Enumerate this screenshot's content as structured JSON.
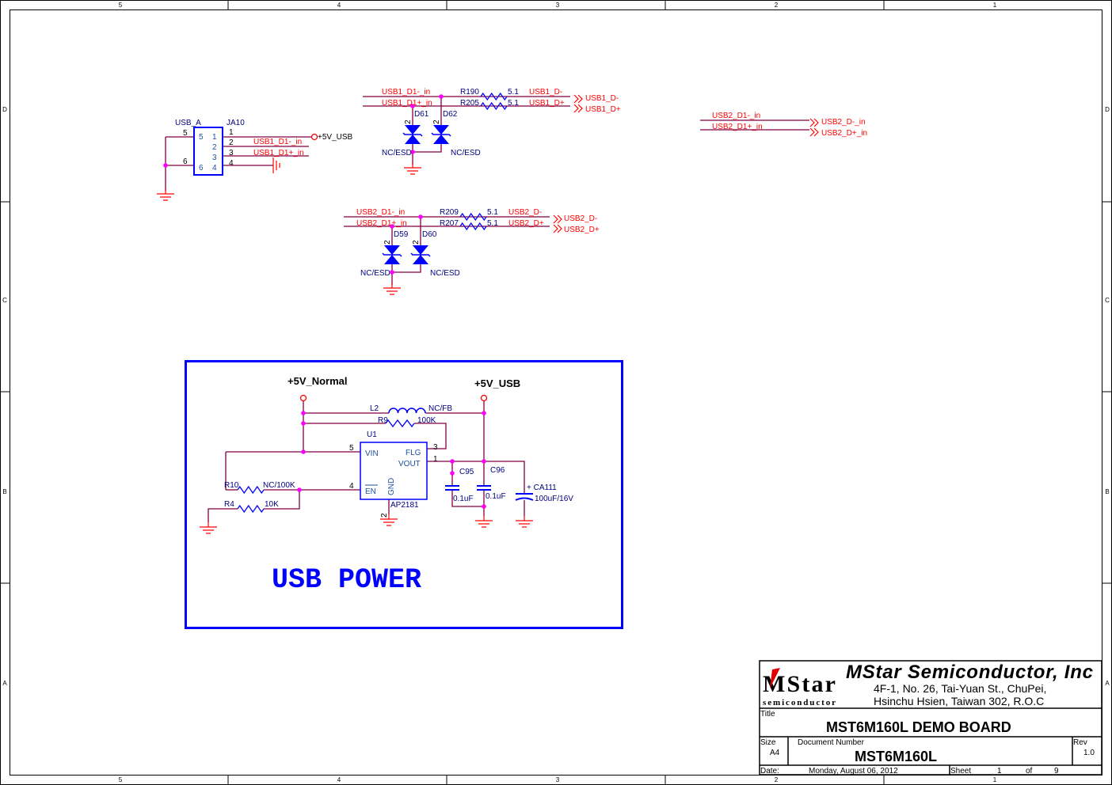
{
  "frame": {
    "columns": [
      "5",
      "4",
      "3",
      "2",
      "1"
    ],
    "rows": [
      "D",
      "C",
      "B",
      "A"
    ]
  },
  "connector": {
    "ref": "JA10",
    "value": "USB_A",
    "pins_left": [
      "5",
      "6"
    ],
    "pins_inner_left": [
      "5",
      "6"
    ],
    "pins_inner_right": [
      "1",
      "2",
      "3",
      "4"
    ],
    "pins_right": [
      "1",
      "2",
      "3",
      "4"
    ],
    "power_label": "+5V_USB",
    "net_dm": "USB1_D1-_in",
    "net_dp": "USB1_D1+_in"
  },
  "usb1": {
    "net_in_m": "USB1_D1-_in",
    "net_in_p": "USB1_D1+_in",
    "r_m": "R190",
    "r_p": "R205",
    "r_val_m": "5.1",
    "r_val_p": "5.1",
    "net_out_m": "USB1_D-",
    "net_out_p": "USB1_D+",
    "port_m": "USB1_D-",
    "port_p": "USB1_D+",
    "d_a": "D61",
    "d_b": "D62",
    "pin": "2",
    "d_val": "NC/ESD"
  },
  "usb2": {
    "net_in_m": "USB2_D1-_in",
    "net_in_p": "USB2_D1+_in",
    "r_m": "R209",
    "r_p": "R207",
    "r_val_m": "5.1",
    "r_val_p": "5.1",
    "net_out_m": "USB2_D-",
    "net_out_p": "USB2_D+",
    "port_m": "USB2_D-",
    "port_p": "USB2_D+",
    "d_a": "D59",
    "d_b": "D60",
    "pin": "2",
    "d_val": "NC/ESD"
  },
  "usb2_offpage": {
    "net_m": "USB2_D1-_in",
    "net_p": "USB2_D1+_in",
    "port_m": "USB2_D-_in",
    "port_p": "USB2_D+_in"
  },
  "power": {
    "title": "USB POWER",
    "rail_in": "+5V_Normal",
    "rail_out": "+5V_USB",
    "l2": "L2",
    "l2_val": "NC/FB",
    "r9": "R9",
    "r9_val": "100K",
    "u1": "U1",
    "u1_part": "AP2181",
    "u1_vin": "VIN",
    "u1_flg": "FLG",
    "u1_vout": "VOUT",
    "u1_en": "EN",
    "u1_gnd": "GND",
    "pin5": "5",
    "pin4": "4",
    "pin3": "3",
    "pin1": "1",
    "pin2": "2",
    "r10": "R10",
    "r10_val": "NC/100K",
    "r4": "R4",
    "r4_val": "10K",
    "c95": "C95",
    "c95_val": "0.1uF",
    "c96": "C96",
    "c96_val": "0.1uF",
    "ca111": "+ CA111",
    "ca111_val": "100uF/16V"
  },
  "title_block": {
    "logo_text": "MStar",
    "logo_sub": "semiconductor",
    "company": "MStar Semiconductor, Inc",
    "address1": "4F-1, No. 26, Tai-Yuan St., ChuPei,",
    "address2": "Hsinchu Hsien, Taiwan 302, R.O.C",
    "title_label": "Title",
    "title": "MST6M160L DEMO BOARD",
    "size_label": "Size",
    "size": "A4",
    "docnum_label": "Document Number",
    "docnum": "MST6M160L",
    "rev_label": "Rev",
    "rev": "1.0",
    "date_label": "Date:",
    "date": "Monday, August 06, 2012",
    "sheet_label": "Sheet",
    "sheet": "1",
    "of_label": "of",
    "sheets": "9"
  },
  "colors": {
    "wire": "#800040",
    "stub": "#ff0000",
    "part": "#0000ff",
    "label": "#000080",
    "junction": "#ff00ff"
  }
}
